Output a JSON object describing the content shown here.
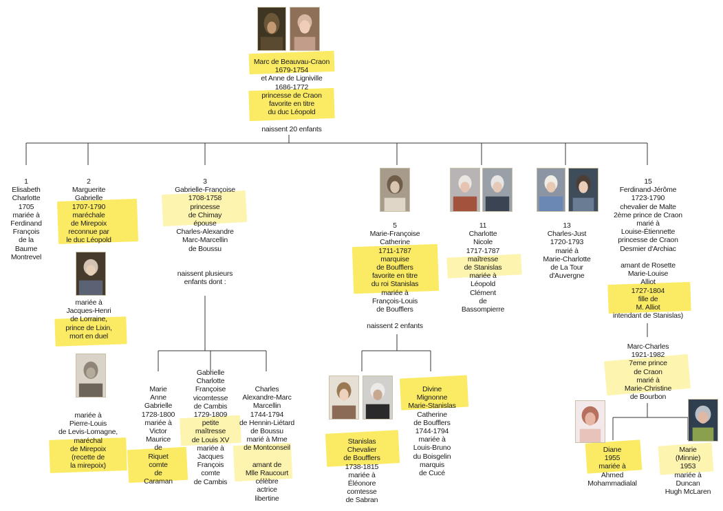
{
  "root": {
    "lines": [
      "Marc de Beauvau-Craon",
      "1679-1754",
      "et Anne de Ligniville",
      "1686-1772",
      "princesse de Craon",
      "favorite en titre",
      "du duc Léopold",
      "",
      "naissent 20 enfants"
    ]
  },
  "children": [
    {
      "id": "c1",
      "lines": [
        "1",
        "Elisabeth",
        "Charlotte",
        "1705",
        "mariée à",
        "Ferdinand",
        "François",
        "de la",
        "Baume",
        "Montrevel"
      ]
    },
    {
      "id": "c2",
      "lines": [
        "2",
        "Marguerite",
        "Gabrielle",
        "1707-1790",
        "maréchale",
        "de Mirepoix",
        "reconnue par",
        "le duc Léopold"
      ]
    },
    {
      "id": "c2b",
      "lines": [
        "mariée à",
        "Jacques-Henri",
        "de Lorraine,",
        "prince de Lixin,",
        "mort en duel"
      ]
    },
    {
      "id": "c2c",
      "lines": [
        "mariée à",
        "Pierre-Louis",
        "de Levis-Lomagne,",
        "maréchal",
        "de Mirepoix",
        "(recette de",
        "la mirepoix)"
      ]
    },
    {
      "id": "c3",
      "lines": [
        "3",
        "Gabrielle-Françoise",
        "1708-1758",
        "princesse",
        "de Chimay",
        "épouse",
        "Charles-Alexandre",
        "Marc-Marcellin",
        "de Boussu",
        "",
        "",
        "naissent plusieurs",
        "enfants dont :"
      ]
    },
    {
      "id": "c5",
      "lines": [
        "5",
        "Marie-Françoise",
        "Catherine",
        "1711-1787",
        "marquise",
        "de Boufflers",
        "favorite en titre",
        "du roi Stanislas",
        "mariée à",
        "François-Louis",
        "de Boufflers",
        "",
        "naissent 2 enfants"
      ]
    },
    {
      "id": "c11",
      "lines": [
        "11",
        "Charlotte",
        "Nicole",
        "1717-1787",
        "maîtresse",
        "de Stanislas",
        "mariée à",
        "Léopold",
        "Clément",
        "de",
        "Bassompierre"
      ]
    },
    {
      "id": "c13",
      "lines": [
        "13",
        "Charles-Just",
        "1720-1793",
        "marié à",
        "Marie-Charlotte",
        "de La Tour",
        "d'Auvergne"
      ]
    },
    {
      "id": "c15",
      "lines": [
        "15",
        "Ferdinand-Jérôme",
        "1723-1790",
        "chevalier de Malte",
        "2ème prince de Craon",
        "marié à",
        "Louise-Étiennette",
        "princesse de Craon",
        "Desmier d'Archiac",
        "",
        "amant de Rosette",
        "Marie-Louise",
        "Alliot",
        "1727-1804",
        "fille de",
        "M. Alliot",
        "intendant de Stanislas)"
      ]
    }
  ],
  "grandchildren": [
    {
      "id": "g1",
      "lines": [
        "Marie",
        "Anne",
        "Gabrielle",
        "1728-1800",
        "mariée à",
        "Victor",
        "Maurice",
        "de",
        "Riquet",
        "comte",
        "de",
        "Caraman"
      ]
    },
    {
      "id": "g2",
      "lines": [
        "Gabrielle",
        "Charlotte",
        "Françoise",
        "vicomtesse",
        "de Cambis",
        "1729-1809",
        "petite",
        "maîtresse",
        "de Louis XV",
        "mariée à",
        "Jacques",
        "François",
        "comte",
        "de Cambis"
      ]
    },
    {
      "id": "g3",
      "lines": [
        "Charles",
        "Alexandre-Marc",
        "Marcellin",
        "1744-1794",
        "de Hennin-Liétard",
        "de Boussu",
        "marié à Mme",
        "de Montconseil",
        "",
        "amant de",
        "Mlle Raucourt",
        "célèbre",
        "actrice",
        "libertine"
      ]
    },
    {
      "id": "g4",
      "lines": [
        "Stanislas",
        "Chevalier",
        "de Boufflers",
        "1738-1815",
        "mariée à",
        "Éléonore",
        "comtesse",
        "de Sabran"
      ]
    },
    {
      "id": "g5",
      "lines": [
        "Divine",
        "Mignonne",
        "Marie-Stanislas",
        "Catherine",
        "de Boufflers",
        "1744-1794",
        "mariée à",
        "Louis-Bruno",
        "du Boisgelin",
        "marquis",
        "de Cucé"
      ]
    },
    {
      "id": "g6",
      "lines": [
        "Marc-Charles",
        "1921-1982",
        "7eme prince",
        "de Craon",
        "marié à",
        "Marie-Christine",
        "de Bourbon"
      ]
    },
    {
      "id": "g7",
      "lines": [
        "Diane",
        "1955",
        "mariée à",
        "Ahmed",
        "Mohammadialal"
      ]
    },
    {
      "id": "g8",
      "lines": [
        "Marie",
        "(Minnie)",
        "1953",
        "mariée à",
        "Duncan",
        "Hugh McLaren"
      ]
    }
  ],
  "portraits": [
    {
      "name": "portrait-marc-de-beauvau-craon"
    },
    {
      "name": "portrait-anne-de-ligniville"
    },
    {
      "name": "portrait-prince-de-lixin"
    },
    {
      "name": "portrait-marechal-de-mirepoix"
    },
    {
      "name": "portrait-marquise-de-boufflers"
    },
    {
      "name": "portrait-charlotte-nicole"
    },
    {
      "name": "portrait-bassompierre"
    },
    {
      "name": "portrait-charles-just"
    },
    {
      "name": "portrait-marie-charlotte"
    },
    {
      "name": "portrait-stanislas-de-boufflers"
    },
    {
      "name": "portrait-chevalier-de-boufflers-old"
    },
    {
      "name": "portrait-diane"
    },
    {
      "name": "portrait-marie-minnie"
    }
  ]
}
